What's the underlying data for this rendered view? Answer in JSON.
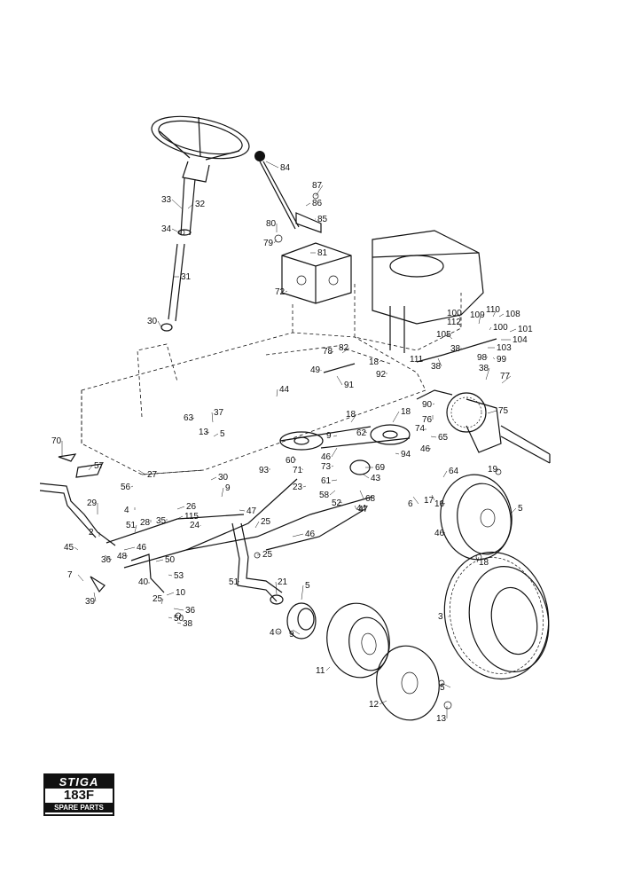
{
  "logo": {
    "brand": "STIGA",
    "model": "183F",
    "subtitle": "SPARE PARTS"
  },
  "callouts": [
    "84",
    "87",
    "86",
    "85",
    "80",
    "79",
    "81",
    "72",
    "33",
    "32",
    "34",
    "31",
    "30",
    "100",
    "109",
    "110",
    "108",
    "112",
    "100",
    "101",
    "105",
    "104",
    "103",
    "111",
    "38",
    "38",
    "98",
    "99",
    "38",
    "77",
    "78",
    "82",
    "18",
    "92",
    "91",
    "49",
    "44",
    "18",
    "90",
    "76",
    "75",
    "74",
    "65",
    "46",
    "18",
    "62",
    "63",
    "37",
    "13",
    "5",
    "9",
    "46",
    "60",
    "71",
    "73",
    "69",
    "94",
    "93",
    "43",
    "61",
    "70",
    "57",
    "56",
    "27",
    "30",
    "9",
    "23",
    "58",
    "68",
    "64",
    "19",
    "6",
    "17",
    "16",
    "5",
    "4",
    "26",
    "115",
    "29",
    "35",
    "28",
    "47",
    "25",
    "24",
    "44",
    "46",
    "52",
    "47",
    "46",
    "2",
    "51",
    "46",
    "45",
    "36",
    "48",
    "50",
    "53",
    "25",
    "18",
    "7",
    "39",
    "40",
    "51",
    "21",
    "5",
    "10",
    "50",
    "25",
    "36",
    "38",
    "9",
    "4",
    "11",
    "3",
    "12",
    "5",
    "13"
  ]
}
